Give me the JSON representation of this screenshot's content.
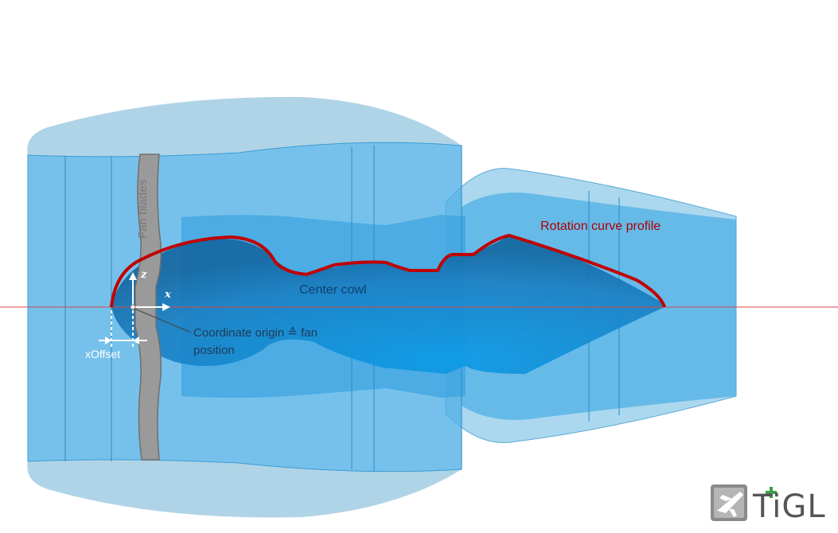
{
  "labels": {
    "fan_blades": "Fan blades",
    "rotation_curve_profile": "Rotation curve profile",
    "center_cowl": "Center cowl",
    "coordinate_origin": "Coordinate origin ≙ fan position",
    "x_offset": "xOffset",
    "axis_z": "z",
    "axis_x": "x"
  },
  "logo": {
    "text": "TiGL"
  },
  "colors": {
    "nacelle_blue": "#4fb0e6",
    "nacelle_light": "#8fcbe8",
    "profile_red": "#c00000",
    "center_line": "#d04a4a",
    "fan_gray": "#9a9a9a"
  }
}
